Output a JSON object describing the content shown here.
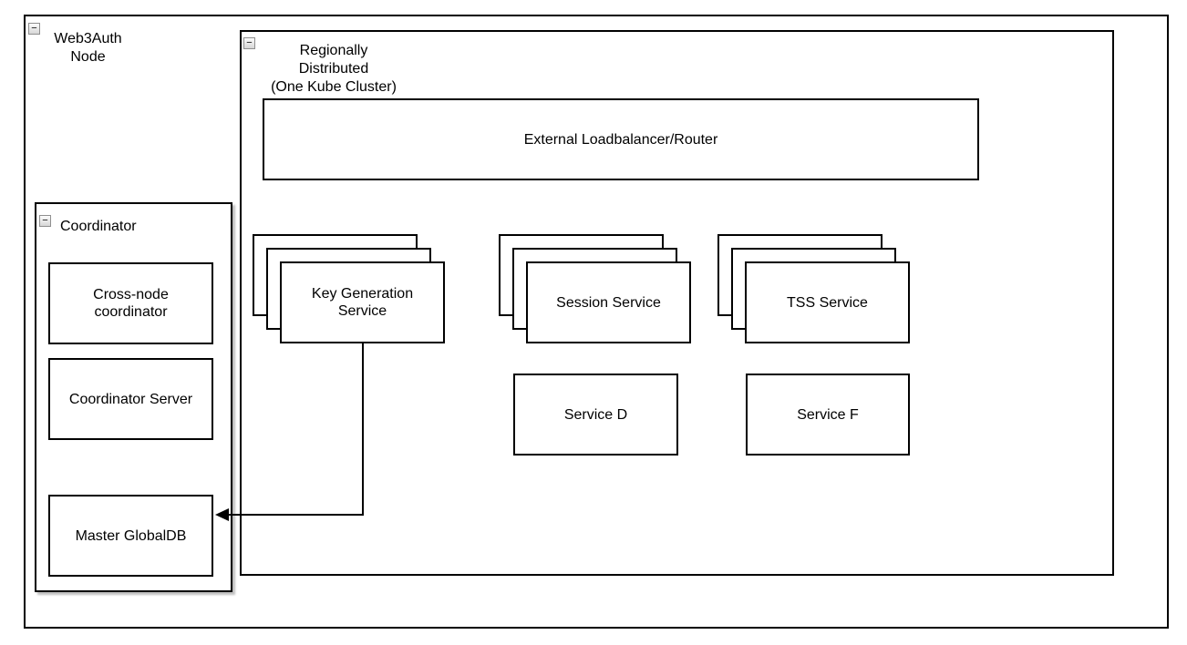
{
  "diagram": {
    "containers": {
      "web3auth_node": {
        "label": "Web3Auth\nNode"
      },
      "regionally_distributed": {
        "label": "Regionally Distributed\n(One Kube Cluster)"
      },
      "coordinator": {
        "label": "Coordinator"
      }
    },
    "nodes": {
      "external_loadbalancer": {
        "label": "External Loadbalancer/Router"
      },
      "key_generation_service": {
        "label": "Key Generation\nService",
        "replicas_shown": 3
      },
      "session_service": {
        "label": "Session Service",
        "replicas_shown": 3
      },
      "tss_service": {
        "label": "TSS Service",
        "replicas_shown": 3
      },
      "service_d": {
        "label": "Service D"
      },
      "service_f": {
        "label": "Service F"
      },
      "cross_node_coordinator": {
        "label": "Cross-node\ncoordinator"
      },
      "coordinator_server": {
        "label": "Coordinator Server"
      },
      "master_globaldb": {
        "label": "Master GlobalDB"
      }
    },
    "icons": {
      "collapse_glyph": "−"
    },
    "edges": [
      {
        "from": "Key Generation Service",
        "to": "Master GlobalDB",
        "style": "orthogonal",
        "arrowhead": "filled-triangle-left"
      }
    ],
    "colors": {
      "stroke": "#000000",
      "fill": "#ffffff",
      "shadow": "rgba(0,0,0,0.25)"
    }
  }
}
